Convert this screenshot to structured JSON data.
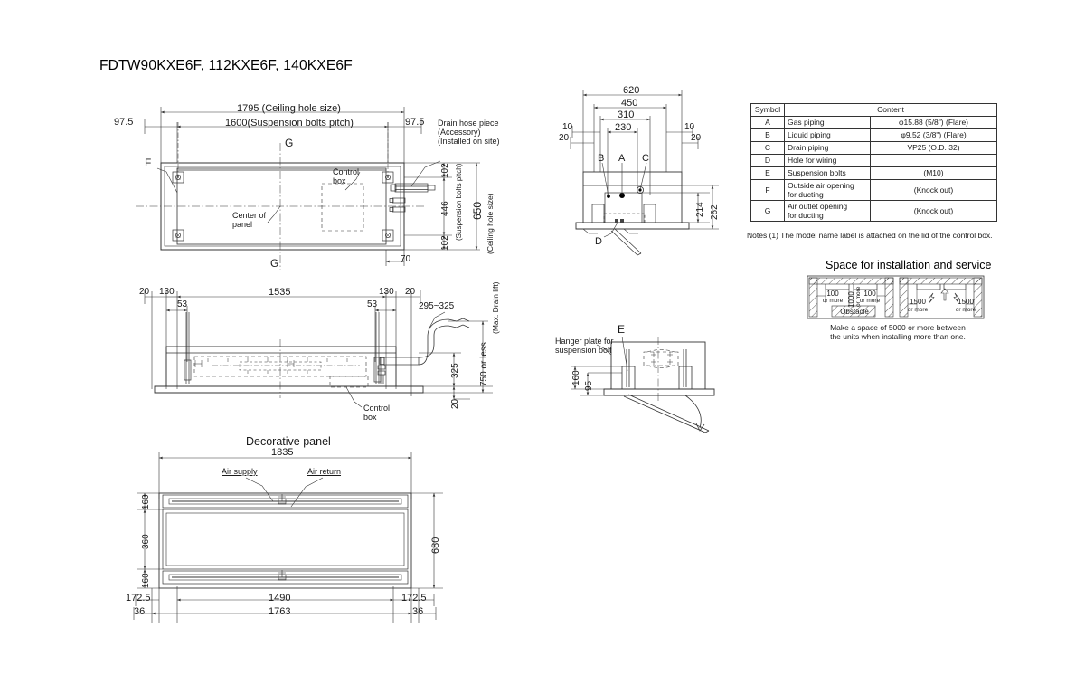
{
  "title": "FDTW90KXE6F, 112KXE6F, 140KXE6F",
  "plan_view": {
    "dims": {
      "ceiling_hole_w": "1795 (Ceiling hole size)",
      "bolt_pitch_w": "1600(Suspension bolts pitch)",
      "left_offset": "97.5",
      "right_offset": "97.5",
      "top_gap": "102",
      "bolt_pitch_h": "446",
      "bolt_pitch_h_note": "(Suspension bolts pitch)",
      "bottom_gap": "102",
      "ceiling_hole_h": "650",
      "ceiling_hole_h_note": "(Ceiling hole size)",
      "right_edge": "70"
    },
    "labels": {
      "drain_hose": "Drain hose piece\n(Accessory)\n(Installed on site)",
      "control_box": "Control\nbox",
      "center_of_panel": "Center of\npanel",
      "sym_f": "F",
      "sym_g_top": "G",
      "sym_g_bottom": "G"
    }
  },
  "section_view": {
    "dims": {
      "w620": "620",
      "w450": "450",
      "w310": "310",
      "w230": "230",
      "l10": "10",
      "l20": "20",
      "r10": "10",
      "r20": "20",
      "h214": "214",
      "h262": "262"
    },
    "labels": {
      "sym_a": "A",
      "sym_b": "B",
      "sym_c": "C",
      "sym_d": "D"
    }
  },
  "elevation_view": {
    "dims": {
      "l20": "20",
      "l130": "130",
      "l53": "53",
      "w1535": "1535",
      "r130": "130",
      "r20": "20",
      "r53": "53",
      "drain_range": "295~325",
      "h325": "325",
      "h20": "20",
      "max_lift": "750 or less",
      "max_lift_note": "(Max. Drain lift)"
    },
    "labels": {
      "control_box": "Control\nbox"
    }
  },
  "hanger_view": {
    "dims": {
      "h160": "160",
      "h95": "95"
    },
    "labels": {
      "hanger_plate": "Hanger plate for\nsuspension bolt",
      "sym_e": "E"
    }
  },
  "decorative_panel": {
    "title": "Decorative panel",
    "dims": {
      "w1835": "1835",
      "h160_top": "160",
      "h360": "360",
      "h160_bottom": "160",
      "h680": "680",
      "left_172": "172.5",
      "right_172": "172.5",
      "w1490": "1490",
      "left_36": "36",
      "right_36": "36",
      "w1763": "1763"
    },
    "labels": {
      "air_supply": "Air supply",
      "air_return": "Air return"
    }
  },
  "symbol_table": {
    "headers": [
      "Symbol",
      "Content"
    ],
    "rows": [
      {
        "symbol": "A",
        "content": "Gas piping",
        "value": "φ15.88 (5/8\") (Flare)"
      },
      {
        "symbol": "B",
        "content": "Liquid piping",
        "value": "φ9.52 (3/8\") (Flare)"
      },
      {
        "symbol": "C",
        "content": "Drain piping",
        "value": "VP25 (O.D. 32)"
      },
      {
        "symbol": "D",
        "content": "Hole for wiring",
        "value": ""
      },
      {
        "symbol": "E",
        "content": "Suspension bolts",
        "value": "(M10)"
      },
      {
        "symbol": "F",
        "content": "Outside air opening\nfor ducting",
        "value": "(Knock out)"
      },
      {
        "symbol": "G",
        "content": "Air outlet opening\nfor ducting",
        "value": "(Knock out)"
      }
    ]
  },
  "notes": {
    "note1": "Notes (1) The model name label is attached on the lid of the control box."
  },
  "space_diagram": {
    "title": "Space for installation and service",
    "left": {
      "d100a": "100",
      "d100a_sub": "or more",
      "d1000": "1000",
      "d1000_sub": "or more",
      "d100b": "100",
      "d100b_sub": "or more",
      "obstacle": "Obstacle"
    },
    "right": {
      "d1500a": "1500",
      "d1500a_sub": "or more",
      "d1500b": "1500",
      "d1500b_sub": "or more"
    },
    "footnote": "Make a space of 5000 or more between\nthe units when installing more than one."
  }
}
